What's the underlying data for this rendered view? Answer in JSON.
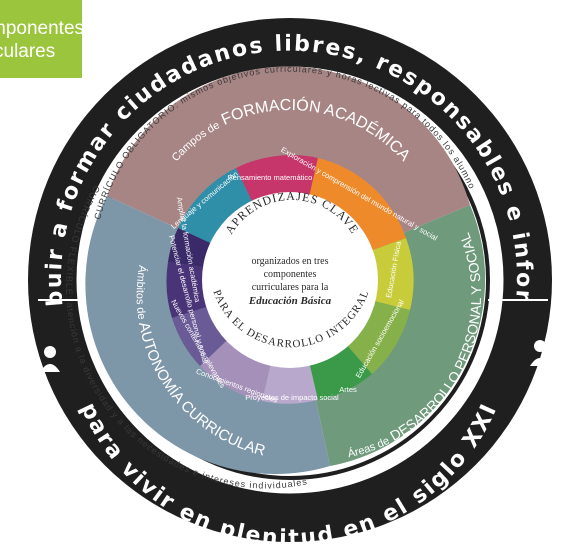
{
  "badge": {
    "line1": "mponentes",
    "line2": "culares"
  },
  "outer_ring": {
    "top_text": "Contribuir a formar ciudadanos libres, responsables e informados",
    "bottom_text": "para vivir en plenitud en el siglo XXI"
  },
  "middle_ring": {
    "top_text": "CURRÍCULO OBLIGATORIO: mismos objetivos curriculares y horas lectivas para todos los alumnos a nivel nacional",
    "left_text": "CURRÍCULO FLEXIBLE: atención a la diversidad y a las necesidades e intereses individuales"
  },
  "sections": {
    "academic": {
      "title_prefix": "Campos de",
      "title_main": "FORMACIÓN ACADÉMICA",
      "items": [
        "Lenguaje y comunicación",
        "Pensamiento matemático",
        "Exploración y comprensión del mundo natural y social"
      ]
    },
    "personal": {
      "title_prefix": "Áreas de",
      "title_main": "DESARROLLO PERSONAL Y SOCIAL",
      "items": [
        "Artes",
        "Educación socioemocional",
        "Educación Física"
      ]
    },
    "autonomy": {
      "title_prefix": "Ámbitos de",
      "title_main": "AUTONOMÍA CURRICULAR",
      "items": [
        "Ampliar la formación académica",
        "Potenciar el desarrollo personal y social",
        "Nuevos contenidos relevantes",
        "Conocimientos regionales",
        "Proyectos de impacto social"
      ]
    }
  },
  "center": {
    "ring_top": "APRENDIZAJES CLAVE",
    "ring_bottom": "PARA EL DESARROLLO INTEGRAL",
    "line1": "organizados en tres",
    "line2": "componentes",
    "line3": "curriculares para la",
    "line4": "Educación Básica"
  },
  "colors": {
    "outer_ring": "#1f1f1f",
    "middle_ring": "#ffffff",
    "academic": "#a88585",
    "personal": "#6f9a7c",
    "autonomy": "#7d96a8",
    "lenguaje": "#2f8fa8",
    "matematico": "#c7366a",
    "exploracion": "#ee8a2a",
    "artes": "#3a9a4a",
    "socioemocional": "#86b04a",
    "fisica": "#c9cc3a",
    "ampliar": "#3a2a6a",
    "potenciar": "#4a3478",
    "nuevos": "#6a5a96",
    "regionales": "#a490b8",
    "proyectos": "#b8a8cc",
    "center": "#ffffff",
    "badge": "#9bc53d"
  }
}
